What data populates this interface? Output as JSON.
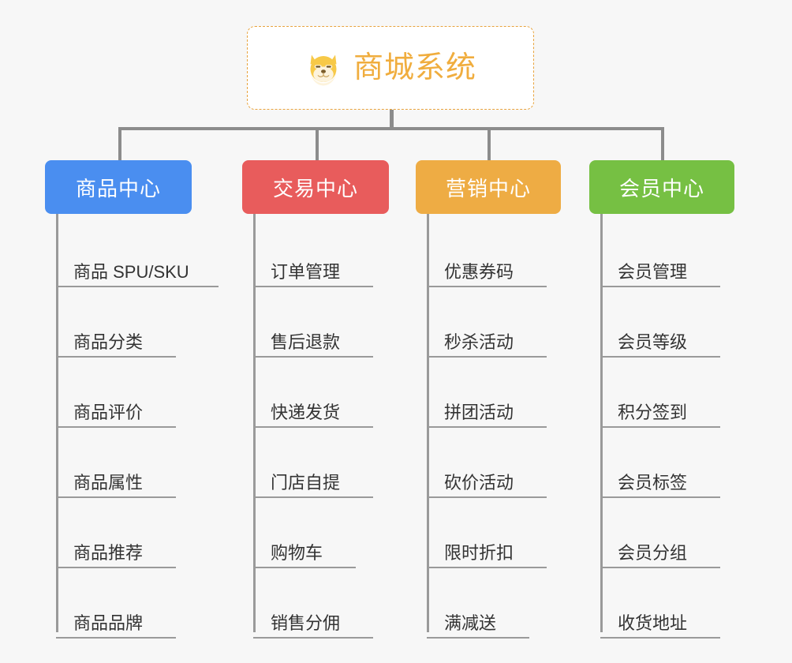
{
  "page": {
    "background_color": "#f7f7f7",
    "connector_color": "#8c8c8c"
  },
  "root": {
    "title": "商城系统",
    "icon": "shiba-dog-face-icon",
    "title_color": "#f0ad3e",
    "border_color": "#e8a33d",
    "background_color": "#ffffff"
  },
  "columns": [
    {
      "title": "商品中心",
      "color": "#4a8ef0",
      "items": [
        "商品 SPU/SKU",
        "商品分类",
        "商品评价",
        "商品属性",
        "商品推荐",
        "商品品牌"
      ]
    },
    {
      "title": "交易中心",
      "color": "#e85c5c",
      "items": [
        "订单管理",
        "售后退款",
        "快递发货",
        "门店自提",
        "购物车",
        "销售分佣"
      ]
    },
    {
      "title": "营销中心",
      "color": "#eeac44",
      "items": [
        "优惠券码",
        "秒杀活动",
        "拼团活动",
        "砍价活动",
        "限时折扣",
        "满减送"
      ]
    },
    {
      "title": "会员中心",
      "color": "#76c043",
      "items": [
        "会员管理",
        "会员等级",
        "积分签到",
        "会员标签",
        "会员分组",
        "收货地址"
      ]
    }
  ]
}
